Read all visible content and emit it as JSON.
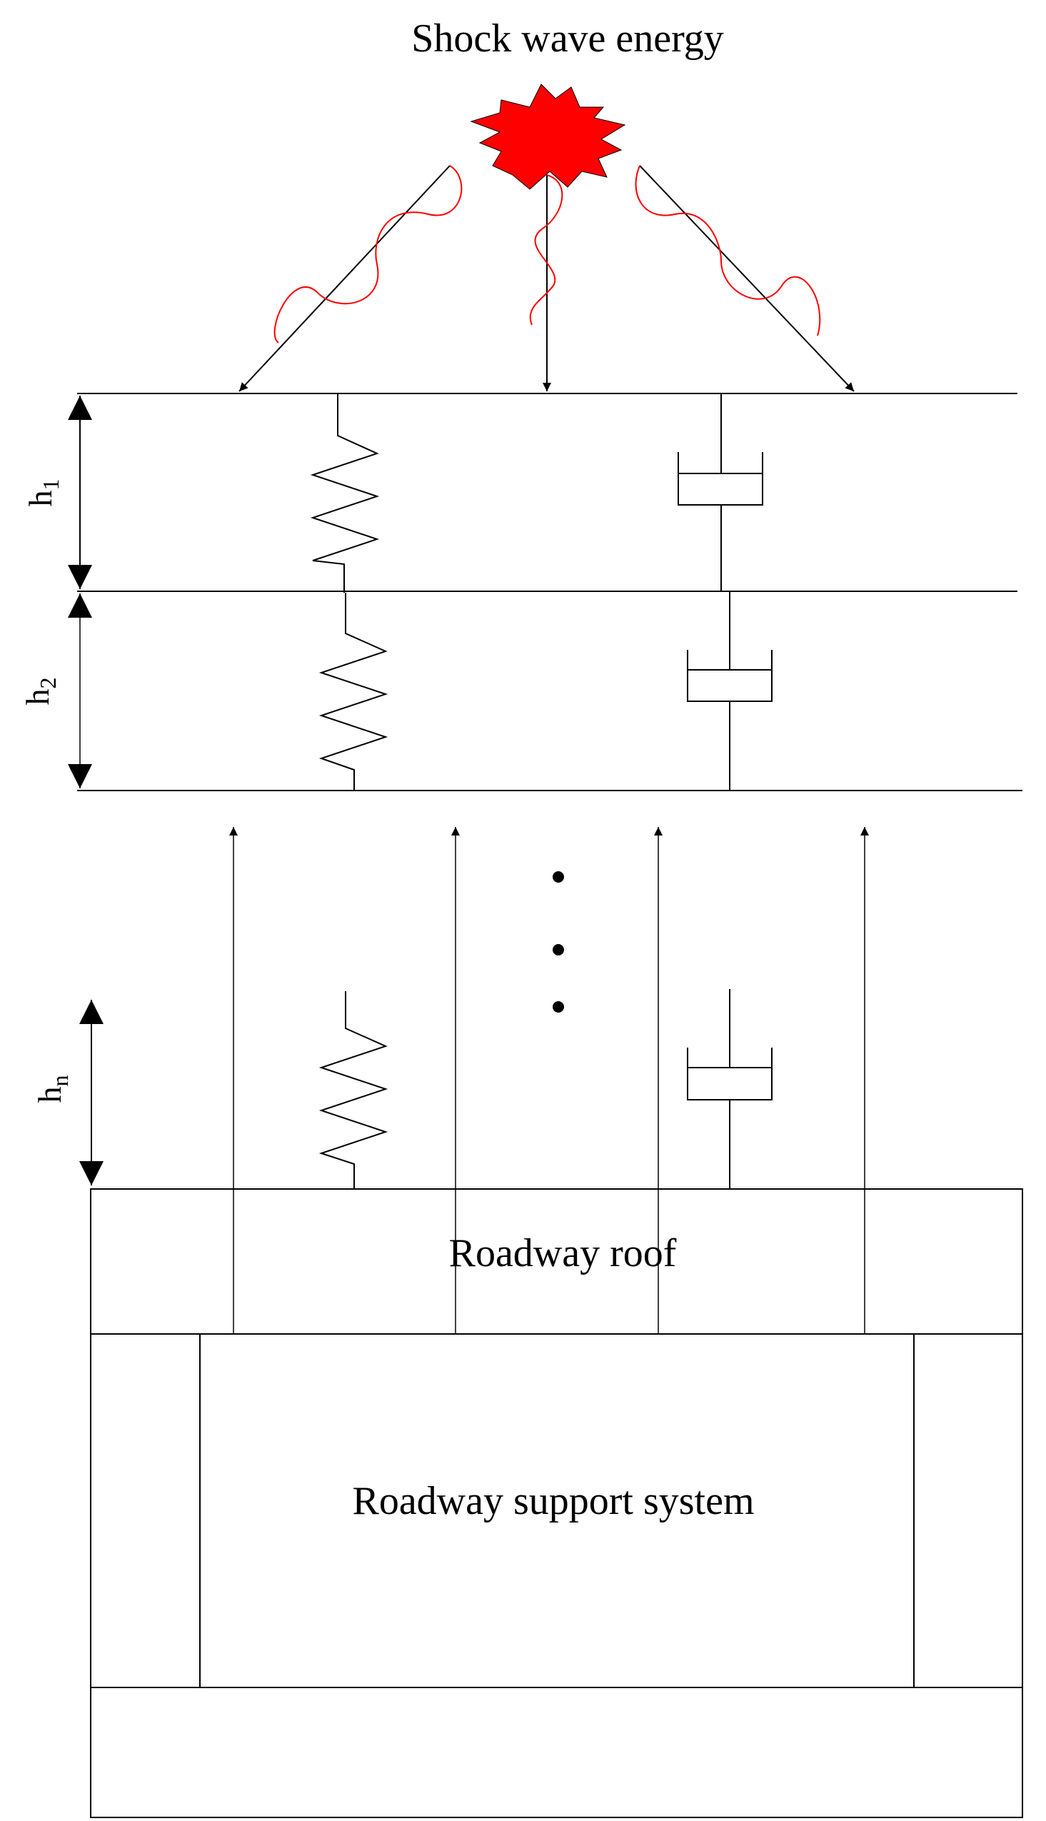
{
  "title": "Shock wave energy",
  "layers": [
    {
      "id": "h1",
      "label_main": "h",
      "label_sub": "1"
    },
    {
      "id": "h2",
      "label_main": "h",
      "label_sub": "2"
    },
    {
      "id": "hn",
      "label_main": "h",
      "label_sub": "n"
    }
  ],
  "roadway_roof_label": "Roadway roof",
  "roadway_support_label": "Roadway support system",
  "colors": {
    "shock_burst": "#ff0000",
    "wave": "#ff0000",
    "lines": "#000000",
    "background": "#ffffff"
  }
}
